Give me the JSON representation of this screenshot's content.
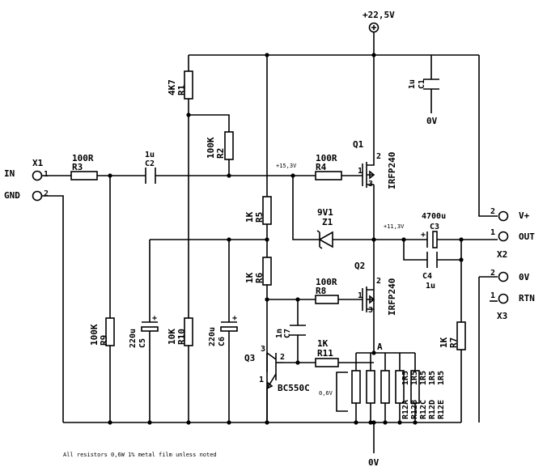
{
  "supply": {
    "top": "+22,5V",
    "bottom": "0V"
  },
  "nodes": {
    "n1": "+15,3V",
    "n2": "+11,3V",
    "n3": "0,6V"
  },
  "input": {
    "in": "IN",
    "gnd": "GND",
    "conn": "X1",
    "pin1": "1",
    "pin2": "2"
  },
  "outputs": {
    "vplus": "V+",
    "out": "OUT",
    "conn_x2": "X2",
    "zerov": "0V",
    "rtn": "RTN",
    "conn_x3": "X3",
    "pin1": "1",
    "pin2": "2"
  },
  "resistors": {
    "r1": {
      "ref": "R1",
      "value": "4K7"
    },
    "r2": {
      "ref": "R2",
      "value": "100K"
    },
    "r3": {
      "ref": "R3",
      "value": "100R"
    },
    "r4": {
      "ref": "R4",
      "value": "100R"
    },
    "r5": {
      "ref": "R5",
      "value": "1K"
    },
    "r6": {
      "ref": "R6",
      "value": "1K"
    },
    "r7": {
      "ref": "R7",
      "value": "1K"
    },
    "r8": {
      "ref": "R8",
      "value": "100R"
    },
    "r9": {
      "ref": "R9",
      "value": "100K"
    },
    "r10": {
      "ref": "R10",
      "value": "10K"
    },
    "r11": {
      "ref": "R11",
      "value": "1K"
    }
  },
  "r12": {
    "labels": [
      "R12A",
      "R12B",
      "R12C",
      "R12D",
      "R12E"
    ],
    "values": [
      "1R5",
      "1R5",
      "1R5",
      "1R5",
      "1R5"
    ]
  },
  "capacitors": {
    "c1": {
      "ref": "C1",
      "value": "1u"
    },
    "c2": {
      "ref": "C2",
      "value": "1u"
    },
    "c3": {
      "ref": "C3",
      "value": "4700u"
    },
    "c4": {
      "ref": "C4",
      "value": "1u"
    },
    "c5": {
      "ref": "C5",
      "value": "220u"
    },
    "c6": {
      "ref": "C6",
      "value": "220u"
    },
    "c7": {
      "ref": "C7",
      "value": "1n"
    }
  },
  "transistors": {
    "q1": {
      "ref": "Q1",
      "part": "IRFP240"
    },
    "q2": {
      "ref": "Q2",
      "part": "IRFP240"
    },
    "q3": {
      "ref": "Q3",
      "part": "BC550C"
    }
  },
  "zener": {
    "ref": "Z1",
    "value": "9V1"
  },
  "pins": {
    "one": "1",
    "two": "2",
    "three": "3",
    "a": "A"
  },
  "polarity": {
    "plus": "+"
  },
  "note": "All resistors 0,6W 1% metal film unless noted"
}
